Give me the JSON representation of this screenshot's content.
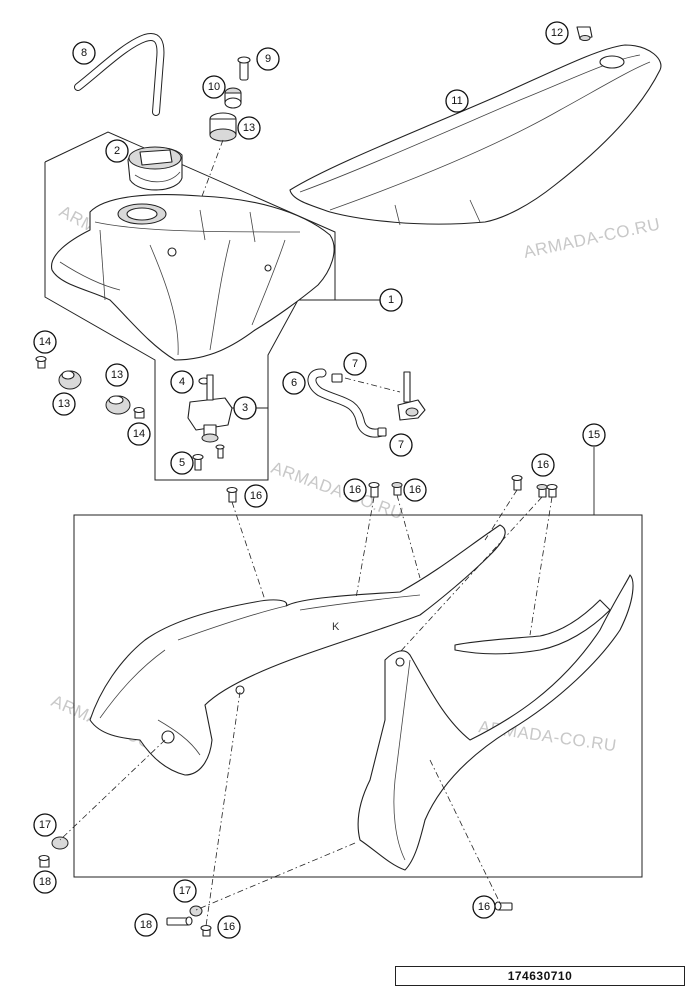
{
  "document_number": "174630710",
  "watermark": "ARMADA-CO.RU",
  "callouts": [
    "1",
    "2",
    "3",
    "4",
    "5",
    "6",
    "7",
    "8",
    "9",
    "10",
    "11",
    "12",
    "13",
    "14",
    "15",
    "16",
    "17",
    "18"
  ]
}
